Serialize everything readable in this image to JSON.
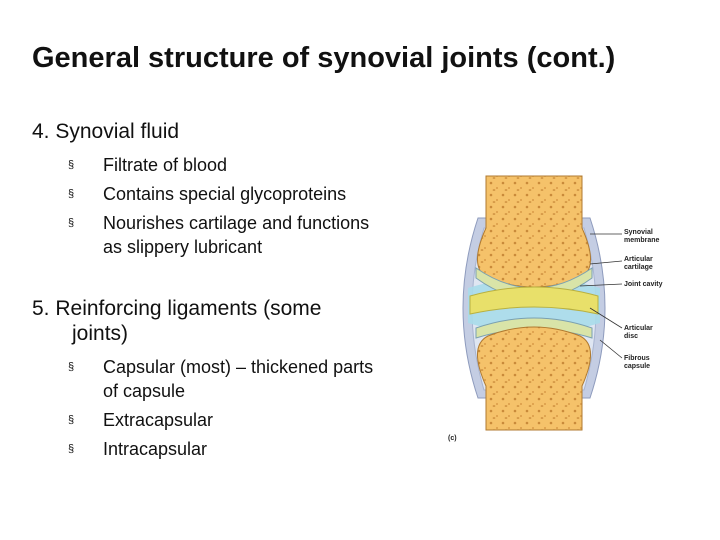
{
  "slide": {
    "title": "General structure of synovial joints (cont.)",
    "section1": {
      "heading": "4. Synovial fluid",
      "bullets": [
        "Filtrate of blood",
        "Contains special glycoproteins",
        "Nourishes cartilage and functions as slippery lubricant"
      ]
    },
    "section2": {
      "heading_line1": "5. Reinforcing ligaments (some",
      "heading_line2": "joints)",
      "bullets": [
        "Capsular (most) – thickened parts of capsule",
        "Extracapsular",
        "Intracapsular"
      ]
    },
    "bullet_marker": "§",
    "figure": {
      "labels": {
        "synovial_membrane_1": "Synovial",
        "synovial_membrane_2": "membrane",
        "articular_cartilage_1": "Articular",
        "articular_cartilage_2": "cartilage",
        "joint_cavity": "Joint cavity",
        "articular_disc_1": "Articular",
        "articular_disc_2": "disc",
        "fibrous_capsule_1": "Fibrous",
        "fibrous_capsule_2": "capsule",
        "panel": "(c)"
      },
      "colors": {
        "bone": "#f5c26a",
        "cartilage": "#dfe5a0",
        "disc": "#e9e36a",
        "capsule": "#b9c4de",
        "cavity": "#9fd6e6"
      }
    }
  }
}
